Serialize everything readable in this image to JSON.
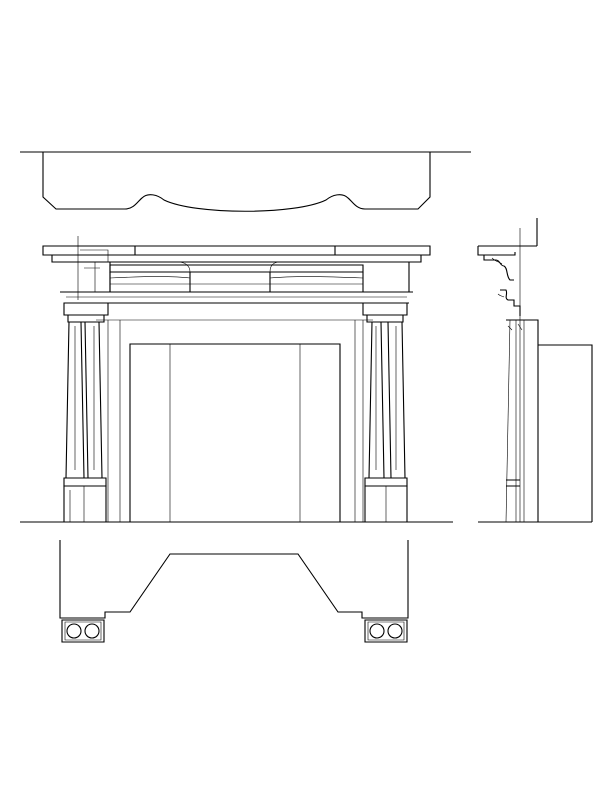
{
  "drawing": {
    "ink_color": "#000000",
    "paper_color": "#ffffff",
    "views": [
      "top-plan",
      "front-elevation",
      "side-section",
      "bottom-plan"
    ]
  }
}
